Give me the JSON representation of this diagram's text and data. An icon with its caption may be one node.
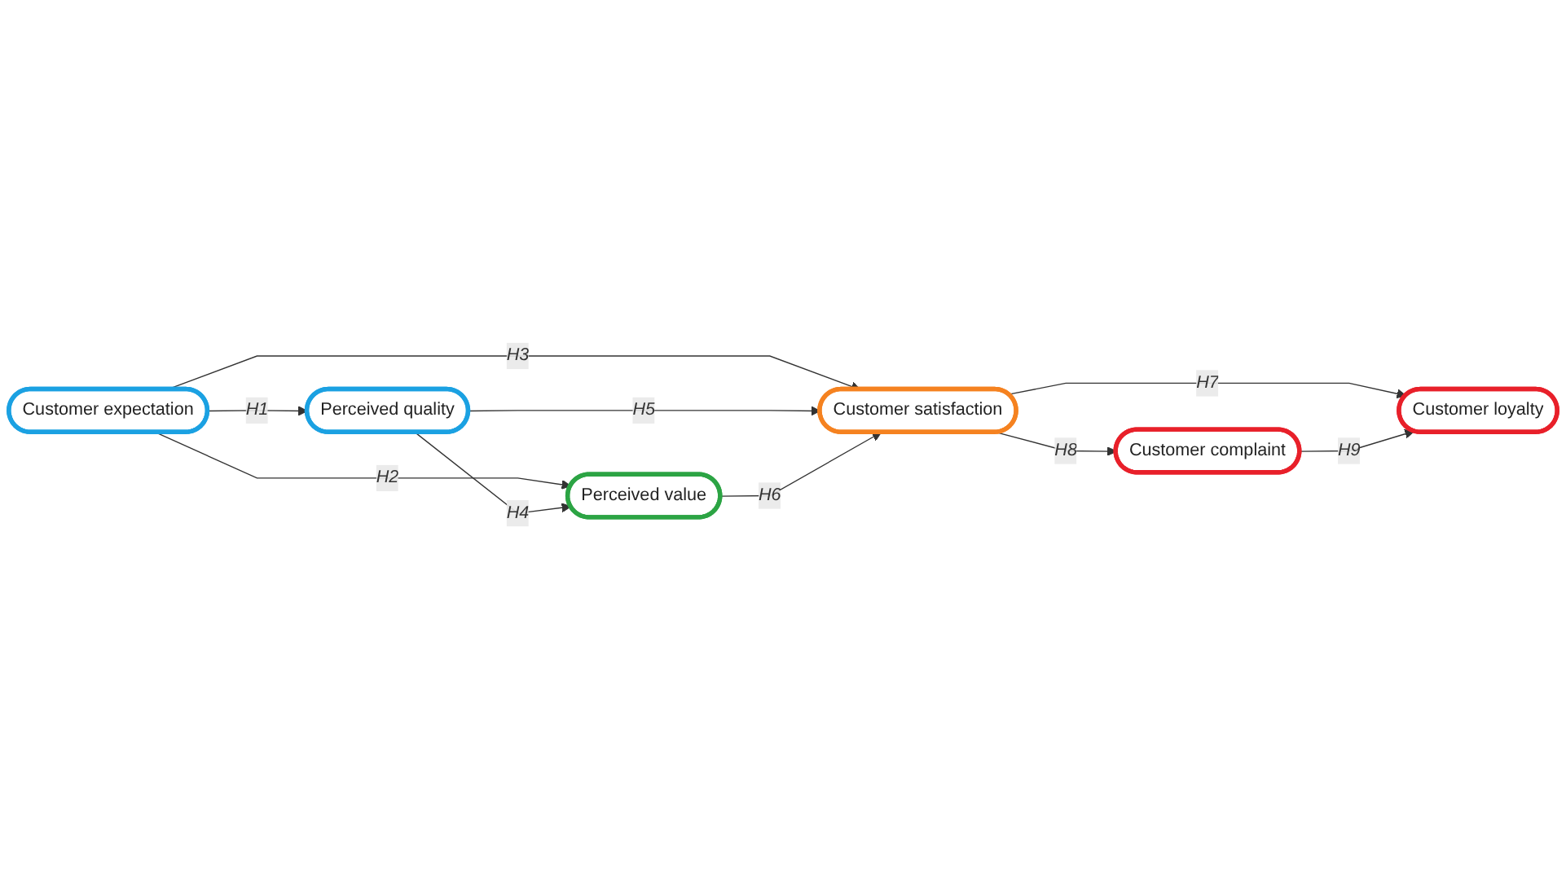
{
  "diagram": {
    "nodes": [
      {
        "text": [
          "Perceived quality"
        ]
      },
      {
        "text": [
          "Customer loyalty"
        ]
      },
      {
        "text": [
          "Perceived value"
        ]
      },
      {
        "text": [
          "Customer satisfaction"
        ]
      },
      {
        "text": [
          "Customer complaint"
        ]
      },
      {
        "text": [
          "Customer expectation"
        ]
      }
    ],
    "edges": [
      {
        "from": 5,
        "to": 0,
        "arrow": "to",
        "label": "H1"
      },
      {
        "from": 5,
        "to": 2,
        "arrow": "to",
        "label": "H2"
      },
      {
        "from": 5,
        "to": 3,
        "arrow": "to",
        "label": "H3"
      },
      {
        "from": 0,
        "to": 2,
        "arrow": "to",
        "label": "H4"
      },
      {
        "from": 0,
        "to": 3,
        "arrow": "to",
        "label": "H5"
      },
      {
        "from": 2,
        "to": 3,
        "arrow": "to",
        "label": "H6"
      },
      {
        "from": 3,
        "to": 1,
        "arrow": "to",
        "label": "H7"
      },
      {
        "from": 3,
        "to": 4,
        "arrow": "to",
        "label": "H8"
      },
      {
        "from": 4,
        "to": 1,
        "arrow": "to",
        "label": "H9"
      }
    ]
  }
}
